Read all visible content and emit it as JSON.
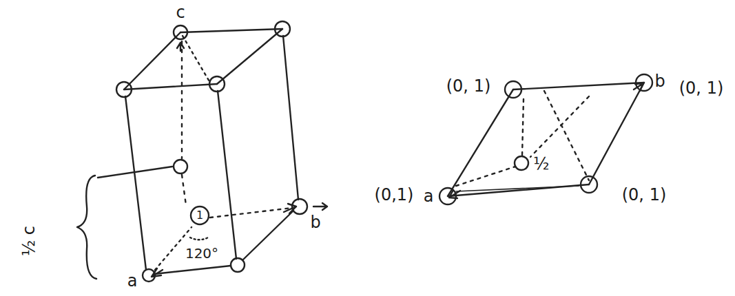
{
  "diagram": {
    "labels": [
      "c",
      "½ c",
      "1",
      "120°",
      "a",
      "b",
      "(0, 1)",
      "b",
      "(0, 1)",
      "(0,1)",
      "a",
      "½",
      "(0, 1)"
    ]
  }
}
